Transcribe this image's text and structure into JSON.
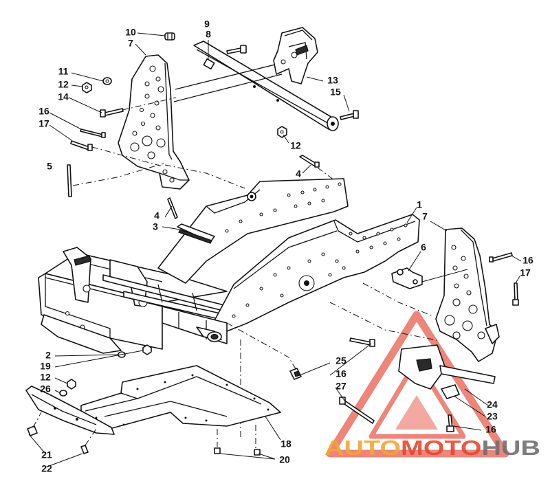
{
  "diagram": {
    "callouts": [
      {
        "id": "c10",
        "label": "10"
      },
      {
        "id": "c9",
        "label": "9"
      },
      {
        "id": "c8",
        "label": "8"
      },
      {
        "id": "c7a",
        "label": "7"
      },
      {
        "id": "c11",
        "label": "11"
      },
      {
        "id": "c12a",
        "label": "12"
      },
      {
        "id": "c14",
        "label": "14"
      },
      {
        "id": "c16a",
        "label": "16"
      },
      {
        "id": "c17a",
        "label": "17"
      },
      {
        "id": "c5",
        "label": "5"
      },
      {
        "id": "c13",
        "label": "13"
      },
      {
        "id": "c15",
        "label": "15"
      },
      {
        "id": "c12b",
        "label": "12"
      },
      {
        "id": "c4a",
        "label": "4"
      },
      {
        "id": "c4b",
        "label": "4"
      },
      {
        "id": "c3",
        "label": "3"
      },
      {
        "id": "c1",
        "label": "1"
      },
      {
        "id": "c7b",
        "label": "7"
      },
      {
        "id": "c6",
        "label": "6"
      },
      {
        "id": "c16b",
        "label": "16"
      },
      {
        "id": "c17b",
        "label": "17"
      },
      {
        "id": "c2",
        "label": "2"
      },
      {
        "id": "c19",
        "label": "19"
      },
      {
        "id": "c12c",
        "label": "12"
      },
      {
        "id": "c26",
        "label": "26"
      },
      {
        "id": "c25",
        "label": "25"
      },
      {
        "id": "c16c",
        "label": "16"
      },
      {
        "id": "c27",
        "label": "27"
      },
      {
        "id": "c24",
        "label": "24"
      },
      {
        "id": "c23",
        "label": "23"
      },
      {
        "id": "c16d",
        "label": "16"
      },
      {
        "id": "c18",
        "label": "18"
      },
      {
        "id": "c20",
        "label": "20"
      },
      {
        "id": "c21",
        "label": "21"
      },
      {
        "id": "c22",
        "label": "22"
      }
    ]
  },
  "watermark": {
    "word_1": "AUTO",
    "word_2": "MOTO",
    "word_3": "HUB",
    "colors": {
      "orange": "#f4a531",
      "red": "#e8452f",
      "gray": "#6f6f6f",
      "triangle": "#e96355"
    }
  }
}
